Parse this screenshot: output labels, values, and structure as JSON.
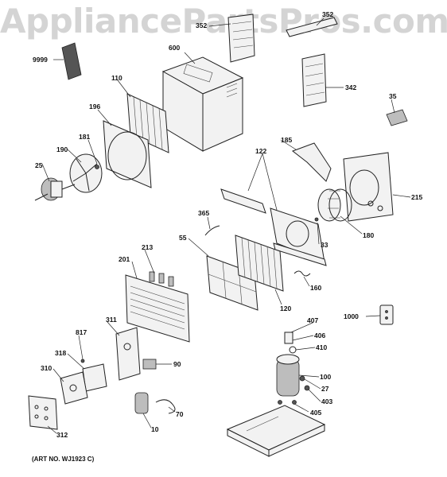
{
  "watermark": "AppliancePartsPros.com",
  "art_number": "(ART NO. WJ1923 C)",
  "parts": {
    "p9999": "9999",
    "p600": "600",
    "p352a": "352",
    "p352b": "352",
    "p342": "342",
    "p35": "35",
    "p110": "110",
    "p196": "196",
    "p190": "190",
    "p181": "181",
    "p25": "25",
    "p185": "185",
    "p122": "122",
    "p215": "215",
    "p365": "365",
    "p55": "55",
    "p213": "213",
    "p201": "201",
    "p33": "33",
    "p180": "180",
    "p160": "160",
    "p120": "120",
    "p1000": "1000",
    "p407": "407",
    "p406": "406",
    "p410": "410",
    "p311": "311",
    "p817": "817",
    "p318": "318",
    "p310": "310",
    "p90": "90",
    "p100": "100",
    "p27": "27",
    "p403": "403",
    "p405": "405",
    "p70": "70",
    "p10": "10",
    "p312": "312"
  }
}
